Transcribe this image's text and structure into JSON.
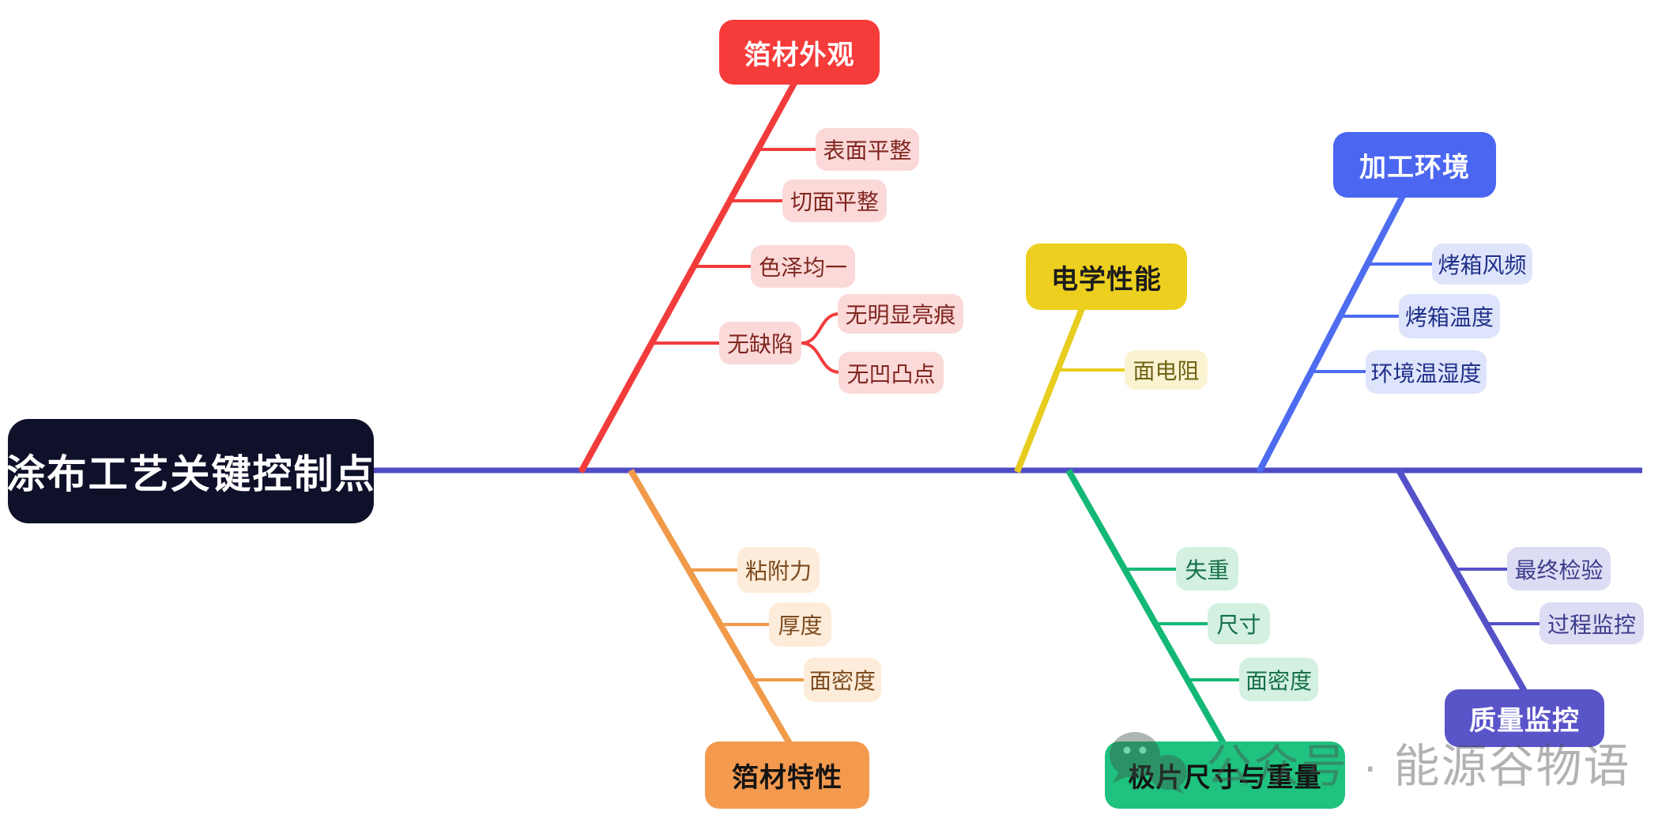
{
  "title": "涂布工艺关键控制点",
  "watermark": {
    "icon": "wechat-icon",
    "text": "公众号 · 能源谷物语"
  },
  "colors": {
    "spine": "#4e4cc5",
    "root_bg": "#0f1029",
    "red": "#f63b3b",
    "yellow": "#edd01f",
    "blue": "#4b66f0",
    "orange": "#f49a4e",
    "green": "#1fc27e",
    "purple": "#5a54c9"
  },
  "branches": [
    {
      "id": "foil-appearance",
      "label": "箔材外观",
      "color": "#f63b3b",
      "side": "top",
      "items": [
        {
          "label": "表面平整"
        },
        {
          "label": "切面平整"
        },
        {
          "label": "色泽均一"
        },
        {
          "label": "无缺陷",
          "children": [
            {
              "label": "无明显亮痕"
            },
            {
              "label": "无凹凸点"
            }
          ]
        }
      ]
    },
    {
      "id": "electrical-performance",
      "label": "电学性能",
      "color": "#edd01f",
      "side": "top",
      "items": [
        {
          "label": "面电阻"
        }
      ]
    },
    {
      "id": "processing-environment",
      "label": "加工环境",
      "color": "#4b66f0",
      "side": "top",
      "items": [
        {
          "label": "烤箱风频"
        },
        {
          "label": "烤箱温度"
        },
        {
          "label": "环境温湿度"
        }
      ]
    },
    {
      "id": "foil-properties",
      "label": "箔材特性",
      "color": "#f49a4e",
      "side": "bottom",
      "items": [
        {
          "label": "粘附力"
        },
        {
          "label": "厚度"
        },
        {
          "label": "面密度"
        }
      ]
    },
    {
      "id": "electrode-size-weight",
      "label": "极片尺寸与重量",
      "color": "#1fc27e",
      "side": "bottom",
      "items": [
        {
          "label": "失重"
        },
        {
          "label": "尺寸"
        },
        {
          "label": "面密度"
        }
      ]
    },
    {
      "id": "quality-monitoring",
      "label": "质量监控",
      "color": "#5a54c9",
      "side": "bottom",
      "items": [
        {
          "label": "最终检验"
        },
        {
          "label": "过程监控"
        }
      ]
    }
  ]
}
